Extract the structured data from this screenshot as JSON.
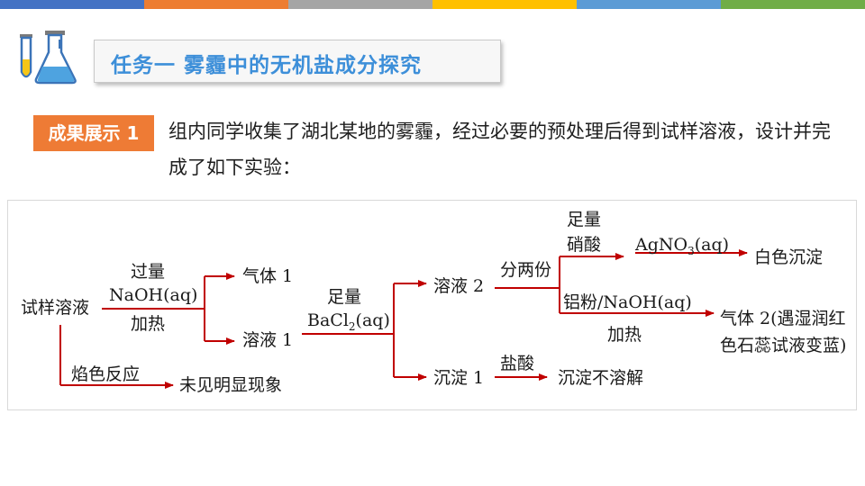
{
  "colors": {
    "top_bar": [
      "#4472c4",
      "#ed7d31",
      "#a5a5a5",
      "#ffc000",
      "#5b9bd5",
      "#70ad47"
    ],
    "title_text": "#3d8fd9",
    "badge_bg": "#ee7b35",
    "arrow": "#c00000"
  },
  "header": {
    "logo_icon": "lab-flasks-icon",
    "title": "任务一  雾霾中的无机盐成分探究"
  },
  "section": {
    "badge": "成果展示 1",
    "intro": "组内同学收集了湖北某地的雾霾，经过必要的预处理后得到试样溶液，设计并完成了如下实验："
  },
  "flow": {
    "start": "试样溶液",
    "cond1_top": "过量",
    "cond1_reagent": "NaOH(aq)",
    "cond1_bottom": "加热",
    "gas1": "气体 1",
    "solution1": "溶液 1",
    "flame_test": "焰色反应",
    "flame_result": "未见明显现象",
    "cond2_top": "足量",
    "cond2_reagent_base": "BaCl",
    "cond2_reagent_sub": "2",
    "cond2_reagent_tail": "(aq)",
    "solution2": "溶液 2",
    "split": "分两份",
    "precipitate1": "沉淀 1",
    "hcl": "盐酸",
    "hcl_result": "沉淀不溶解",
    "nitric_top": "足量",
    "nitric_bottom": "硝酸",
    "agno3_base": "AgNO",
    "agno3_sub": "3",
    "agno3_tail": "(aq)",
    "white_ppt": "白色沉淀",
    "al_reagent": "铝粉/NaOH(aq)",
    "al_heat": "加热",
    "gas2_line1": "气体 2(遇湿润红",
    "gas2_line2": "色石蕊试液变蓝)"
  }
}
